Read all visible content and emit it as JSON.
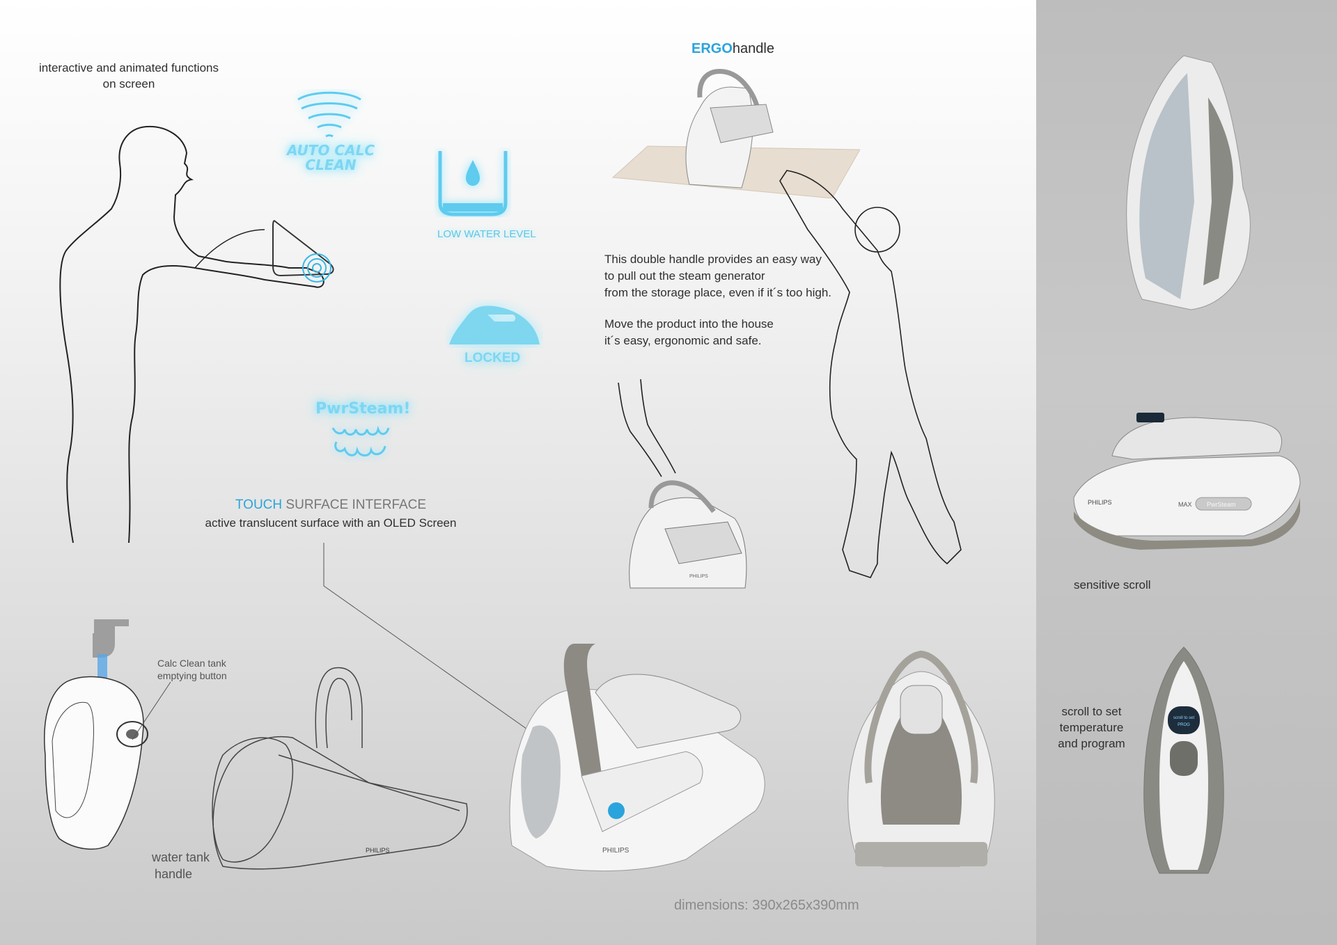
{
  "intro": {
    "line1": "interactive and animated functions",
    "line2": "on screen"
  },
  "screen_icons": {
    "auto_calc_line1": "AUTO CALC",
    "auto_calc_line2": "CLEAN",
    "low_water": "LOW WATER LEVEL",
    "locked": "LOCKED",
    "pwr_steam": "PwrSteam!"
  },
  "touch": {
    "accent": "TOUCH",
    "rest": "SURFACE INTERFACE",
    "subtitle": "active translucent surface with an OLED Screen"
  },
  "ergo": {
    "accent": "ERGO",
    "rest": "handle"
  },
  "description": {
    "p1_l1": "This double handle provides an easy way",
    "p1_l2": "to pull out the steam generator",
    "p1_l3": "from the storage place, even if it´s too high.",
    "p2_l1": "Move the product into the house",
    "p2_l2": "it´s  easy, ergonomic  and safe."
  },
  "callouts": {
    "calc_l1": "Calc Clean tank",
    "calc_l2": "emptying button",
    "tank_l1": "water tank",
    "tank_l2": "handle",
    "scroll": "sensitive scroll",
    "scroll_set_l1": "scroll to set",
    "scroll_set_l2": "temperature",
    "scroll_set_l3": "and program"
  },
  "brand": "PHILIPS",
  "product_labels": {
    "max": "MAX",
    "pwrsteam_badge": "PwrSteam",
    "screen_text_l1": "scroll to set",
    "screen_text_l2": "PROG"
  },
  "dimensions": "dimensions: 390x265x390mm",
  "colors": {
    "accent": "#2aa4dc",
    "glow": "#7dd6f2",
    "product_gray": "#8a8a84"
  }
}
